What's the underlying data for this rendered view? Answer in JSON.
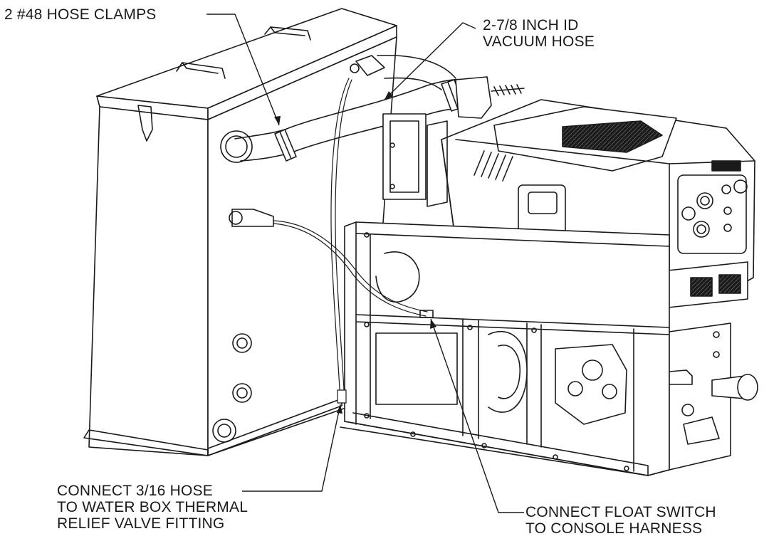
{
  "callouts": {
    "hose_clamps": {
      "lines": [
        "2 #48 HOSE CLAMPS"
      ]
    },
    "vacuum_hose": {
      "lines": [
        "2-7/8 INCH ID",
        "VACUUM HOSE"
      ]
    },
    "relief_hose": {
      "lines": [
        "CONNECT 3/16 HOSE",
        "TO WATER BOX THERMAL",
        "RELIEF VALVE FITTING"
      ]
    },
    "float_switch": {
      "lines": [
        "CONNECT FLOAT SWITCH",
        "TO CONSOLE HARNESS"
      ]
    }
  },
  "colors": {
    "ink": "#1a1a1a",
    "background": "#ffffff"
  }
}
